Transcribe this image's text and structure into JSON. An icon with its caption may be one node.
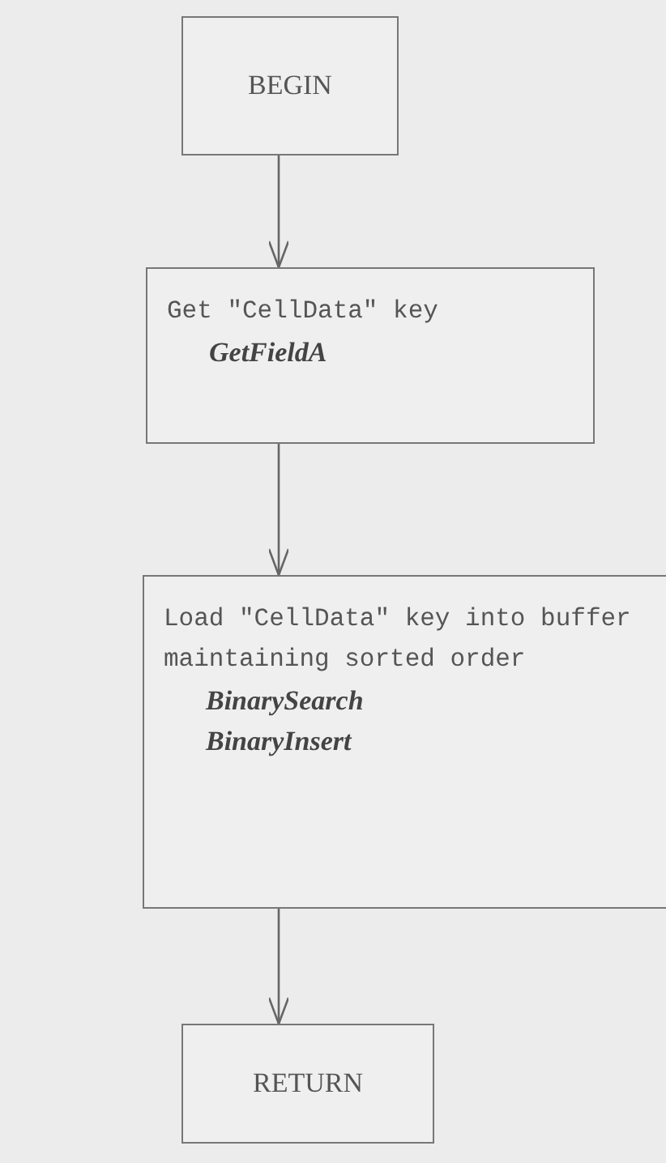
{
  "diagram": {
    "nodes": [
      {
        "text": [
          "BEGIN"
        ]
      },
      {
        "text": [
          "Get \"CellData\" key",
          "GetFieldA"
        ]
      },
      {
        "text": [
          "Load \"CellData\" key into buffer maintaining sorted order",
          "BinarySearch",
          "BinaryInsert"
        ]
      },
      {
        "text": [
          "RETURN"
        ]
      }
    ],
    "edges": [
      {
        "from": 0,
        "to": 1,
        "arrow": "to"
      },
      {
        "from": 1,
        "to": 2,
        "arrow": "to"
      },
      {
        "from": 2,
        "to": 3,
        "arrow": "to"
      }
    ]
  }
}
